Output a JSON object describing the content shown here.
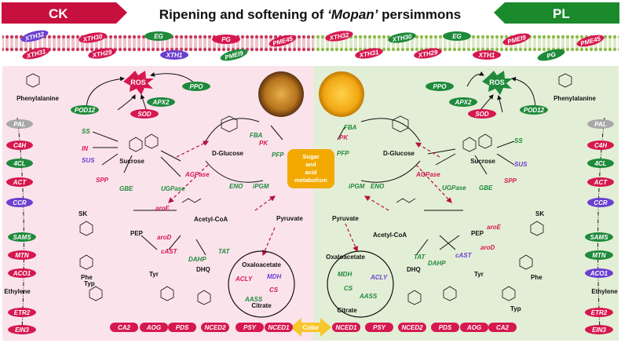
{
  "title": {
    "prefix": "Ripening and softening of ",
    "cultivar": "‘Mopan’",
    "suffix": " persimmons"
  },
  "arrows": {
    "left": "CK",
    "right": "PL"
  },
  "colors": {
    "up": "#d6184f",
    "down": "#1f8a3b",
    "other": "#6a3fd1",
    "none": "#a8a8a8",
    "ck_bg": "#fbe3ec",
    "pl_bg": "#e3eed6",
    "header_arrow": "#c8103f",
    "header_arrow_pl": "#1b8a2c",
    "sugar": "#f2a900",
    "color_arrow": "#f7c62b"
  },
  "membrane": {
    "left": [
      {
        "label": "XTH32",
        "color": "#6a3fd1"
      },
      {
        "label": "XTH31",
        "color": "#d6184f"
      },
      {
        "label": "XTH30",
        "color": "#d6184f"
      },
      {
        "label": "XTH29",
        "color": "#d6184f"
      },
      {
        "label": "EG",
        "color": "#1f8a3b"
      },
      {
        "label": "XTH1",
        "color": "#6a3fd1"
      },
      {
        "label": "PG",
        "color": "#d6184f"
      },
      {
        "label": "PMEI9",
        "color": "#1f8a3b"
      },
      {
        "label": "PME45",
        "color": "#d6184f"
      }
    ],
    "right": [
      {
        "label": "XTH32",
        "color": "#d6184f"
      },
      {
        "label": "XTH31",
        "color": "#d6184f"
      },
      {
        "label": "XTH30",
        "color": "#1f8a3b"
      },
      {
        "label": "XTH29",
        "color": "#d6184f"
      },
      {
        "label": "EG",
        "color": "#1f8a3b"
      },
      {
        "label": "XTH1",
        "color": "#d6184f"
      },
      {
        "label": "PMEI9",
        "color": "#d6184f"
      },
      {
        "label": "PG",
        "color": "#1f8a3b"
      },
      {
        "label": "PME45",
        "color": "#d6184f"
      }
    ]
  },
  "ros": {
    "label": "ROS",
    "left_enzymes": [
      {
        "label": "POD12",
        "color": "#1f8a3b"
      },
      {
        "label": "APX2",
        "color": "#1f8a3b"
      },
      {
        "label": "SOD",
        "color": "#d6184f"
      },
      {
        "label": "PPO",
        "color": "#1f8a3b"
      }
    ],
    "right_enzymes": [
      {
        "label": "PPO",
        "color": "#1f8a3b"
      },
      {
        "label": "APX2",
        "color": "#1f8a3b"
      },
      {
        "label": "SOD",
        "color": "#d6184f"
      },
      {
        "label": "POD12",
        "color": "#1f8a3b"
      }
    ]
  },
  "phenyl": {
    "compound": "Phenylalanine",
    "left": [
      {
        "label": "PAL",
        "color": "#a8a8a8"
      },
      {
        "label": "C4H",
        "color": "#d6184f"
      },
      {
        "label": "4CL",
        "color": "#1f8a3b"
      },
      {
        "label": "ACT",
        "color": "#d6184f"
      },
      {
        "label": "CCR",
        "color": "#6a3fd1"
      }
    ],
    "right": [
      {
        "label": "PAL",
        "color": "#a8a8a8"
      },
      {
        "label": "C4H",
        "color": "#d6184f"
      },
      {
        "label": "4CL",
        "color": "#1f8a3b"
      },
      {
        "label": "ACT",
        "color": "#d6184f"
      },
      {
        "label": "CCR",
        "color": "#6a3fd1"
      }
    ]
  },
  "ethylene": {
    "compound": "Ethylene",
    "left": [
      {
        "label": "SAMS",
        "color": "#1f8a3b"
      },
      {
        "label": "MTN",
        "color": "#d6184f"
      },
      {
        "label": "ACO1",
        "color": "#d6184f"
      },
      {
        "label": "ETR2",
        "color": "#d6184f"
      },
      {
        "label": "EIN3",
        "color": "#d6184f"
      }
    ],
    "right": [
      {
        "label": "SAMS",
        "color": "#1f8a3b"
      },
      {
        "label": "MTN",
        "color": "#1f8a3b"
      },
      {
        "label": "ACO1",
        "color": "#6a3fd1"
      },
      {
        "label": "ETR2",
        "color": "#d6184f"
      },
      {
        "label": "EIN3",
        "color": "#d6184f"
      }
    ]
  },
  "sucrose": {
    "compound": "Sucrose",
    "left": [
      {
        "label": "SS",
        "color": "#1f8a3b"
      },
      {
        "label": "IN",
        "color": "#d6184f"
      },
      {
        "label": "SUS",
        "color": "#6a3fd1"
      },
      {
        "label": "SPP",
        "color": "#d6184f"
      },
      {
        "label": "GBE",
        "color": "#1f8a3b"
      },
      {
        "label": "UGPase",
        "color": "#1f8a3b"
      },
      {
        "label": "AGPase",
        "color": "#d6184f"
      }
    ],
    "right": [
      {
        "label": "SS",
        "color": "#1f8a3b"
      },
      {
        "label": "SUS",
        "color": "#6a3fd1"
      },
      {
        "label": "SPP",
        "color": "#d6184f"
      },
      {
        "label": "GBE",
        "color": "#1f8a3b"
      },
      {
        "label": "UGPase",
        "color": "#1f8a3b"
      },
      {
        "label": "AGPase",
        "color": "#d6184f"
      }
    ]
  },
  "glucose": {
    "compound": "D-Glucose",
    "left": [
      {
        "label": "FBA",
        "color": "#1f8a3b"
      },
      {
        "label": "PK",
        "color": "#d6184f"
      },
      {
        "label": "PFP",
        "color": "#1f8a3b"
      },
      {
        "label": "ENO",
        "color": "#1f8a3b"
      },
      {
        "label": "iPGM",
        "color": "#1f8a3b"
      }
    ],
    "right": [
      {
        "label": "FBA",
        "color": "#1f8a3b"
      },
      {
        "label": "PK",
        "color": "#d6184f"
      },
      {
        "label": "PFP",
        "color": "#1f8a3b"
      },
      {
        "label": "ENO",
        "color": "#1f8a3b"
      },
      {
        "label": "iPGM",
        "color": "#1f8a3b"
      }
    ]
  },
  "sugar_box": {
    "line1": "Sugar",
    "line2": "and",
    "line3": "acid",
    "line4": "metabolism"
  },
  "pep": {
    "compounds": {
      "sk": "SK",
      "pep": "PEP",
      "phe": "Phe",
      "tyr": "Tyr",
      "typ": "Typ",
      "dhq": "DHQ",
      "acetyl": "Acetyl-CoA",
      "pyruvate": "Pyruvate"
    },
    "left": [
      {
        "label": "aroE",
        "color": "#d6184f"
      },
      {
        "label": "aroD",
        "color": "#d6184f"
      },
      {
        "label": "cAST",
        "color": "#d6184f"
      },
      {
        "label": "DAHP",
        "color": "#1f8a3b"
      },
      {
        "label": "TAT",
        "color": "#1f8a3b"
      }
    ],
    "right": [
      {
        "label": "aroE",
        "color": "#d6184f"
      },
      {
        "label": "aroD",
        "color": "#d6184f"
      },
      {
        "label": "cAST",
        "color": "#6a3fd1"
      },
      {
        "label": "DAHP",
        "color": "#1f8a3b"
      },
      {
        "label": "TAT",
        "color": "#1f8a3b"
      }
    ]
  },
  "tca": {
    "compounds": {
      "oxaloacetate": "Oxaloacetate",
      "citrate": "Citrate"
    },
    "left": [
      {
        "label": "ACLY",
        "color": "#d6184f"
      },
      {
        "label": "MDH",
        "color": "#6a3fd1"
      },
      {
        "label": "CS",
        "color": "#d6184f"
      },
      {
        "label": "AASS",
        "color": "#1f8a3b"
      }
    ],
    "right": [
      {
        "label": "MDH",
        "color": "#1f8a3b"
      },
      {
        "label": "ACLY",
        "color": "#6a3fd1"
      },
      {
        "label": "CS",
        "color": "#1f8a3b"
      },
      {
        "label": "AASS",
        "color": "#1f8a3b"
      }
    ]
  },
  "color_row": {
    "label": "Color",
    "left": [
      "CA2",
      "AOG",
      "PDS",
      "NCED2",
      "PSY",
      "NCED1"
    ],
    "right": [
      "NCED1",
      "PSY",
      "NCED2",
      "PDS",
      "AOG",
      "CA2"
    ]
  }
}
